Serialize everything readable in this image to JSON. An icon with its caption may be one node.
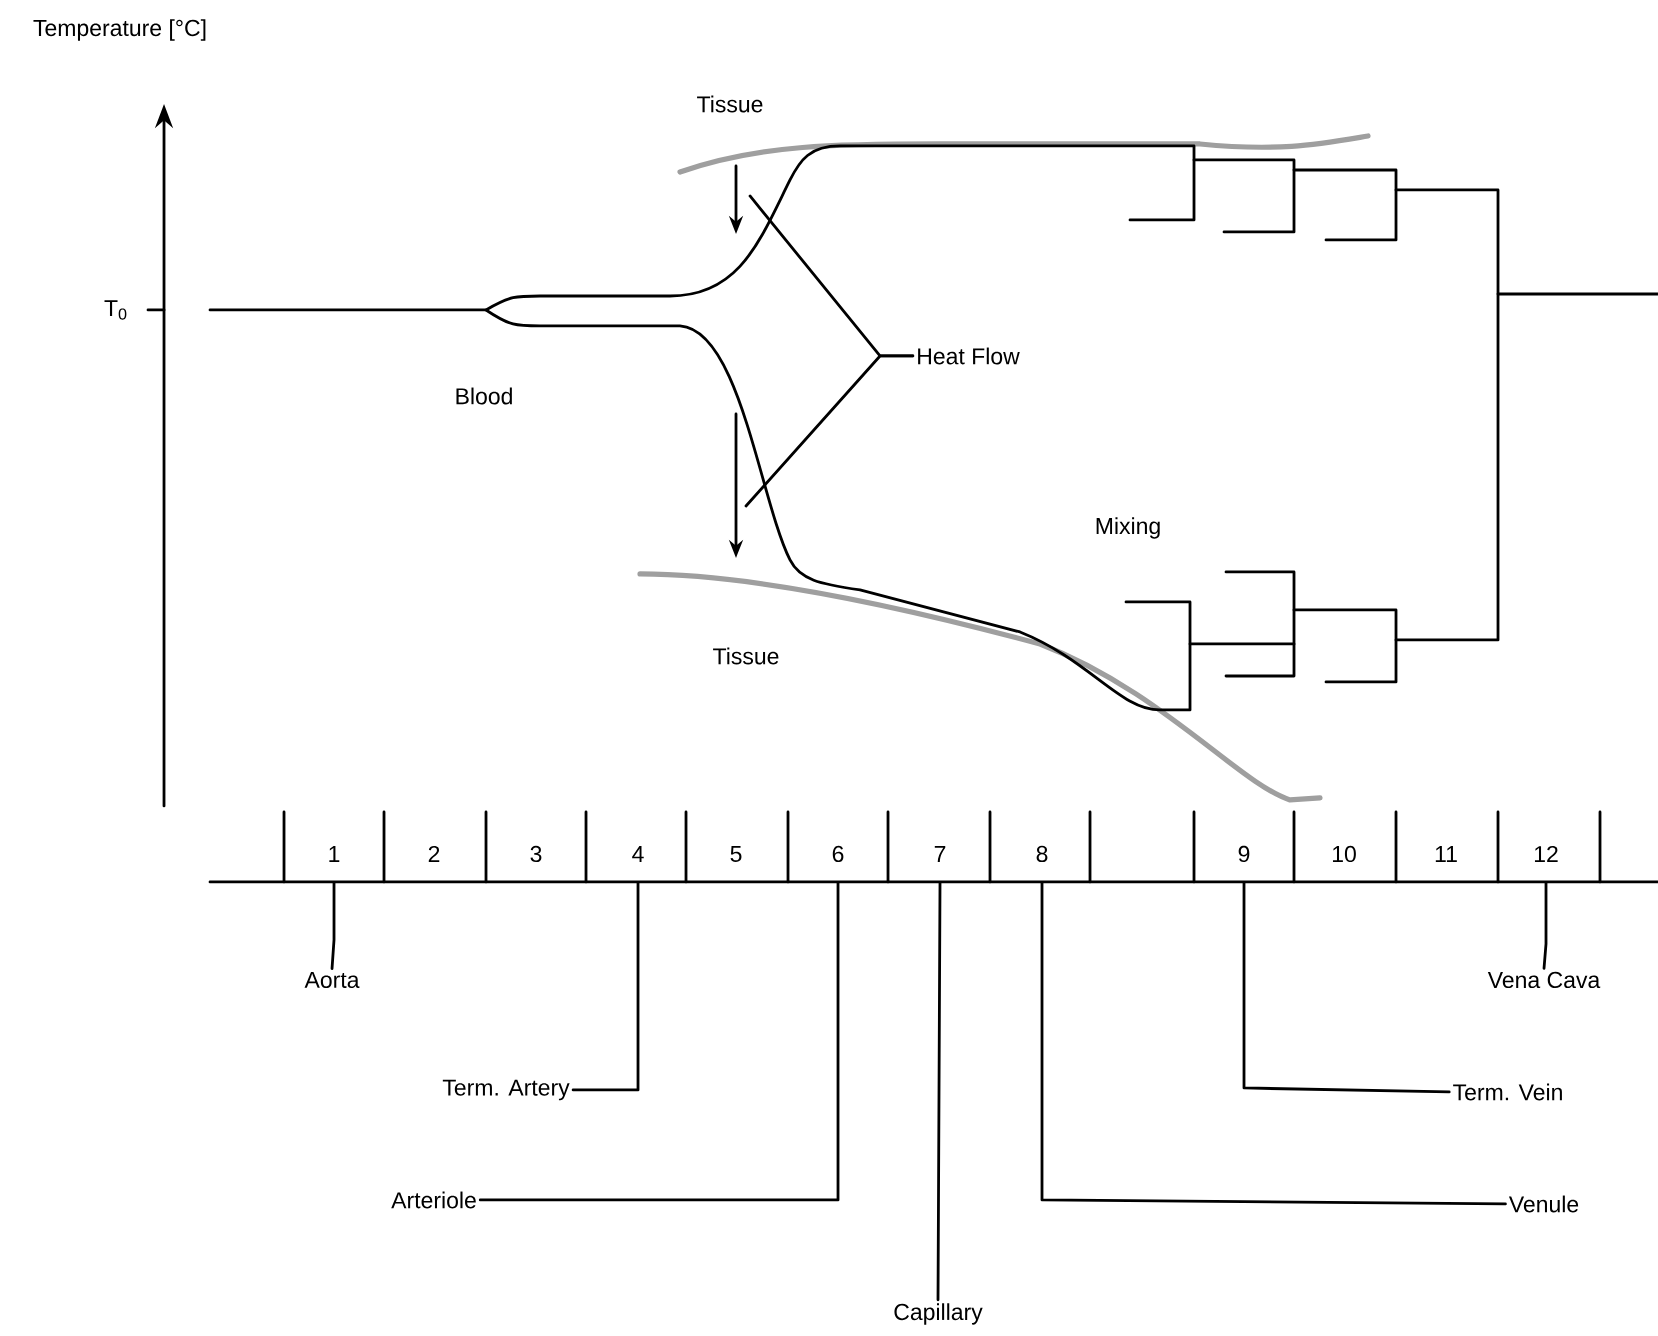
{
  "diagram": {
    "nodes": [
      {
        "text": [
          "Heat Flow"
        ]
      },
      {
        "text": [
          "1"
        ]
      },
      {
        "text": [
          "4"
        ]
      },
      {
        "text": [
          "6"
        ]
      },
      {
        "text": [
          "7"
        ]
      },
      {
        "text": [
          "8"
        ]
      },
      {
        "text": [
          "9"
        ]
      },
      {
        "text": [
          "12"
        ]
      },
      {
        "text": [
          "Aorta"
        ]
      },
      {
        "text": [
          "Vena Cava"
        ]
      },
      {
        "text": [
          "Term. Artery"
        ]
      },
      {
        "text": [
          "Term. Vein"
        ]
      },
      {
        "text": [
          "Arteriole"
        ]
      },
      {
        "text": [
          "Venule"
        ]
      },
      {
        "text": [
          "Capillary"
        ]
      }
    ],
    "edges": [
      {
        "from": 0,
        "to": null,
        "arrow": "none"
      },
      {
        "from": 0,
        "to": null,
        "arrow": "none"
      },
      {
        "from": 8,
        "to": 1,
        "arrow": "none"
      },
      {
        "from": 10,
        "to": 2,
        "arrow": "none"
      },
      {
        "from": 12,
        "to": 3,
        "arrow": "none"
      },
      {
        "from": 14,
        "to": 4,
        "arrow": "none"
      },
      {
        "from": 13,
        "to": 5,
        "arrow": "none"
      },
      {
        "from": 11,
        "to": 6,
        "arrow": "none"
      },
      {
        "from": 9,
        "to": 7,
        "arrow": "none"
      }
    ],
    "labels": [
      "Temperature [°C]",
      "Tissue",
      "T$_{0}$",
      "Blood",
      "Mixing",
      "Tissue",
      "2",
      "3",
      "5",
      "10",
      "11"
    ]
  }
}
